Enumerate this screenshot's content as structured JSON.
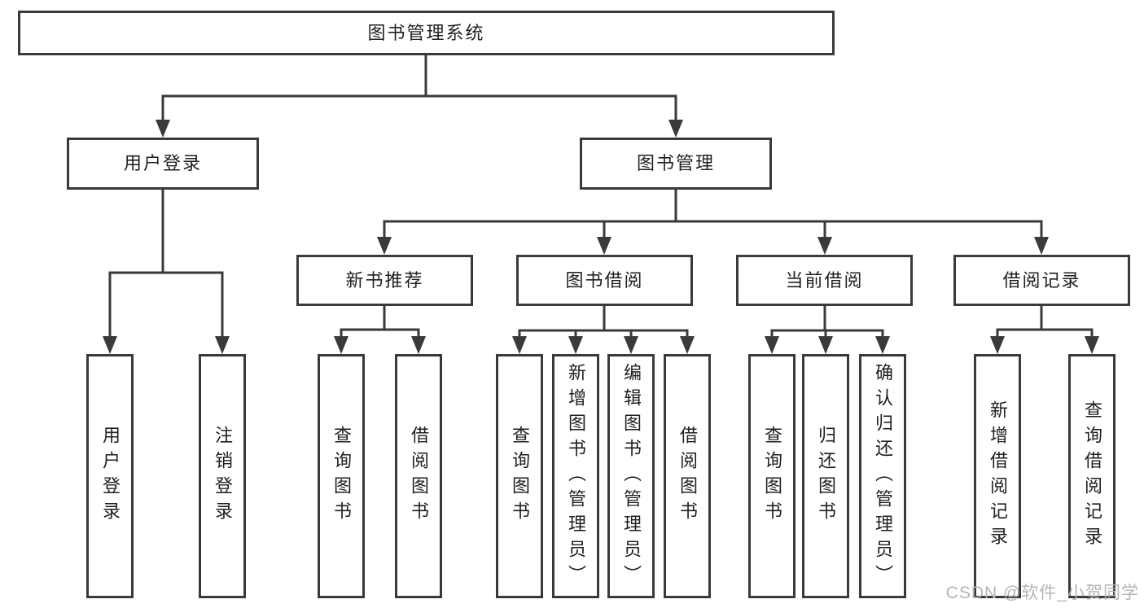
{
  "colors": {
    "line": "#3a3a3a",
    "box_border": "#3a3a3a",
    "text": "#1f1f1f",
    "watermark": "#b5b5b5",
    "background": "#ffffff"
  },
  "tree": {
    "root": "图书管理系统",
    "level2": [
      {
        "label": "用户登录",
        "leaves": [
          "用户登录",
          "注销登录"
        ]
      },
      {
        "label": "图书管理",
        "children": [
          {
            "label": "新书推荐",
            "leaves": [
              "查询图书",
              "借阅图书"
            ]
          },
          {
            "label": "图书借阅",
            "leaves": [
              "查询图书",
              "新增图书（管理员）",
              "编辑图书（管理员）",
              "借阅图书"
            ]
          },
          {
            "label": "当前借阅",
            "leaves": [
              "查询图书",
              "归还图书",
              "确认归还（管理员）"
            ]
          },
          {
            "label": "借阅记录",
            "leaves": [
              "新增借阅记录",
              "查询借阅记录"
            ]
          }
        ]
      }
    ]
  },
  "page": {
    "watermark": "CSDN @软件_小贺同学"
  }
}
